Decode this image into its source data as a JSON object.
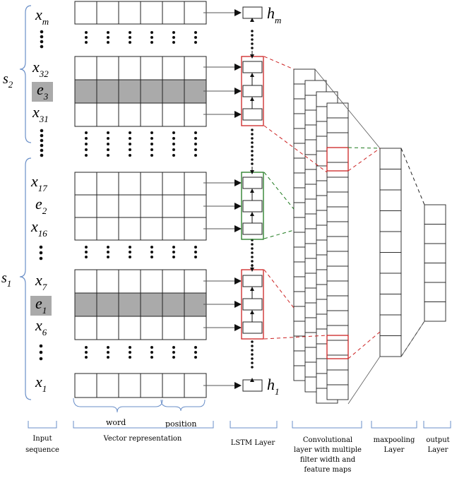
{
  "inputs": {
    "xm": {
      "base": "x",
      "sub": "m"
    },
    "x32": {
      "base": "x",
      "sub": "32"
    },
    "e3": {
      "base": "e",
      "sub": "3"
    },
    "x31": {
      "base": "x",
      "sub": "31"
    },
    "x17": {
      "base": "x",
      "sub": "17"
    },
    "e2": {
      "base": "e",
      "sub": "2"
    },
    "x16": {
      "base": "x",
      "sub": "16"
    },
    "x7": {
      "base": "x",
      "sub": "7"
    },
    "e1": {
      "base": "e",
      "sub": "1"
    },
    "x6": {
      "base": "x",
      "sub": "6"
    },
    "x1": {
      "base": "x",
      "sub": "1"
    }
  },
  "segments": {
    "s2": {
      "base": "s",
      "sub": "2"
    },
    "s1": {
      "base": "s",
      "sub": "1"
    }
  },
  "hidden": {
    "hm": {
      "base": "h",
      "sub": "m"
    },
    "h1": {
      "base": "h",
      "sub": "1"
    }
  },
  "labels": {
    "word": "word",
    "position": "position",
    "input_sequence": [
      "Input",
      "sequence"
    ],
    "vector_representation": "Vector representation",
    "lstm_layer": "LSTM Layer",
    "conv_layer": [
      "Convolutional",
      "layer with multiple",
      "filter width and",
      "feature maps"
    ],
    "maxpool_layer": [
      "maxpooling",
      "Layer"
    ],
    "output_layer": [
      "output",
      "Layer"
    ]
  },
  "colors": {
    "line": "#222222",
    "entity_fill": "#aaaaaa",
    "red": "#cc2222",
    "green": "#1f7a1f",
    "brace": "#6a8fc8"
  }
}
